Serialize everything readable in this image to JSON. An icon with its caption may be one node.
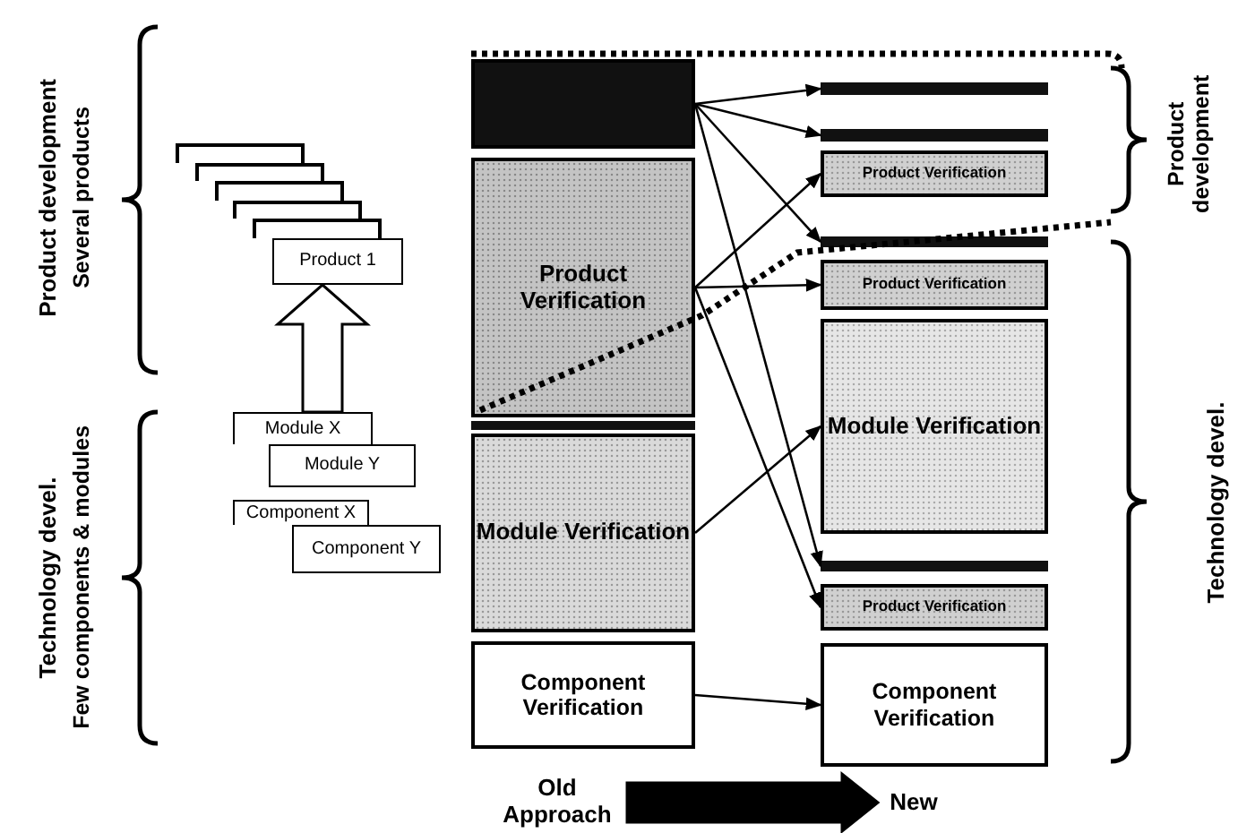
{
  "diagram": {
    "nodes": [
      {
        "text": [],
        "shape": "box"
      },
      {
        "text": [],
        "shape": "box"
      },
      {
        "text": [],
        "shape": "box"
      },
      {
        "text": [],
        "shape": "box"
      },
      {
        "text": [],
        "shape": "box"
      },
      {
        "text": [
          "Product 1"
        ]
      },
      {
        "text": [
          "Module X"
        ]
      },
      {
        "text": [
          "Module Y"
        ]
      },
      {
        "text": [
          "Component X"
        ]
      },
      {
        "text": [
          "Component Y"
        ]
      },
      {
        "text": [],
        "shape": "box"
      },
      {
        "text": [
          "Product Verification"
        ]
      },
      {
        "text": [],
        "shape": "bar"
      },
      {
        "text": [
          "Module Verification"
        ]
      },
      {
        "text": [
          "Component Verification"
        ]
      },
      {
        "text": [],
        "shape": "bar"
      },
      {
        "text": [],
        "shape": "bar"
      },
      {
        "text": [
          "Product Verification"
        ]
      },
      {
        "text": [],
        "shape": "bar"
      },
      {
        "text": [
          "Product Verification"
        ]
      },
      {
        "text": [
          "Module Verification"
        ]
      },
      {
        "text": [],
        "shape": "bar"
      },
      {
        "text": [
          "Product Verification"
        ]
      },
      {
        "text": [
          "Component Verification"
        ]
      },
      {
        "text": [
          "Old Approach"
        ]
      },
      {
        "text": [
          "New"
        ]
      }
    ],
    "edges": [
      {
        "from": 6,
        "to": 5,
        "arrow": "to",
        "style": "thick"
      },
      {
        "from": 10,
        "to": 15,
        "arrow": "to"
      },
      {
        "from": 10,
        "to": 16,
        "arrow": "to"
      },
      {
        "from": 10,
        "to": 18,
        "arrow": "to"
      },
      {
        "from": 10,
        "to": 21,
        "arrow": "to"
      },
      {
        "from": 11,
        "to": 17,
        "arrow": "to"
      },
      {
        "from": 11,
        "to": 19,
        "arrow": "to"
      },
      {
        "from": 11,
        "to": 22,
        "arrow": "to"
      },
      {
        "from": 13,
        "to": 20,
        "arrow": "to"
      },
      {
        "from": 14,
        "to": 23,
        "arrow": "to"
      },
      {
        "from": 24,
        "to": 25,
        "arrow": "to",
        "style": "thick"
      }
    ],
    "labels": [
      "Product development",
      "Several products",
      "Technology devel.",
      "Few components & modules",
      "Product development",
      "Technology devel."
    ]
  }
}
